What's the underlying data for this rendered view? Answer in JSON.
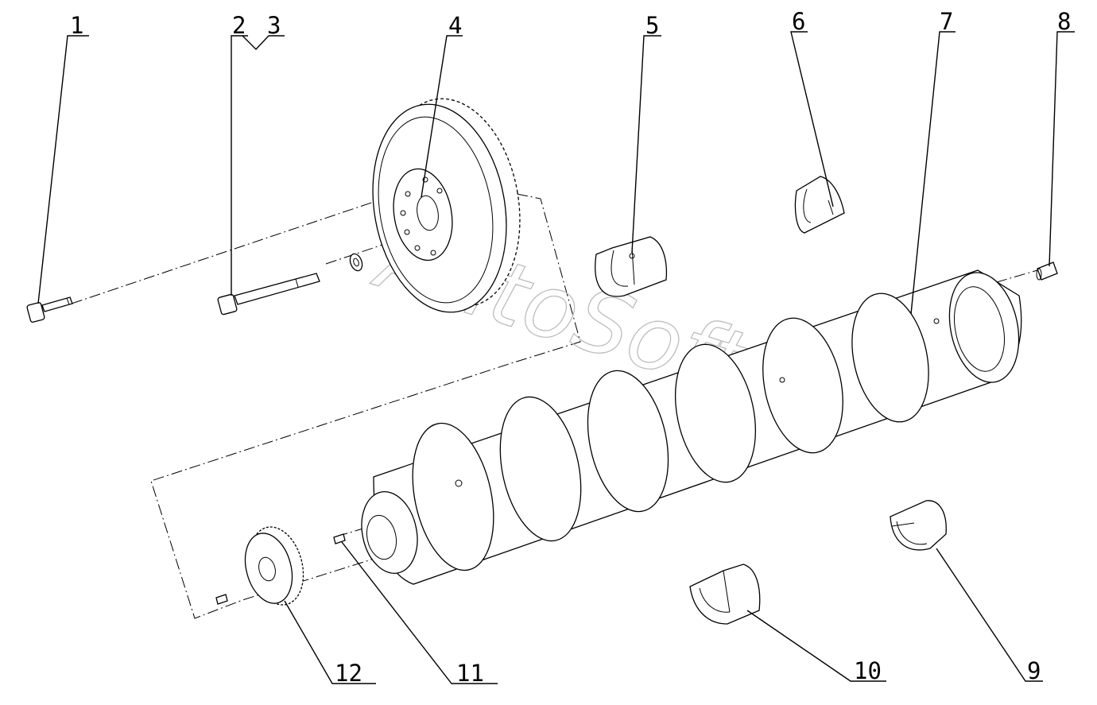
{
  "watermark": "AutoSoft",
  "labels": {
    "p1": "1",
    "p2": "2",
    "p3": "3",
    "p4": "4",
    "p5": "5",
    "p6": "6",
    "p7": "7",
    "p8": "8",
    "p9": "9",
    "p10": "10",
    "p11": "11",
    "p12": "12"
  }
}
